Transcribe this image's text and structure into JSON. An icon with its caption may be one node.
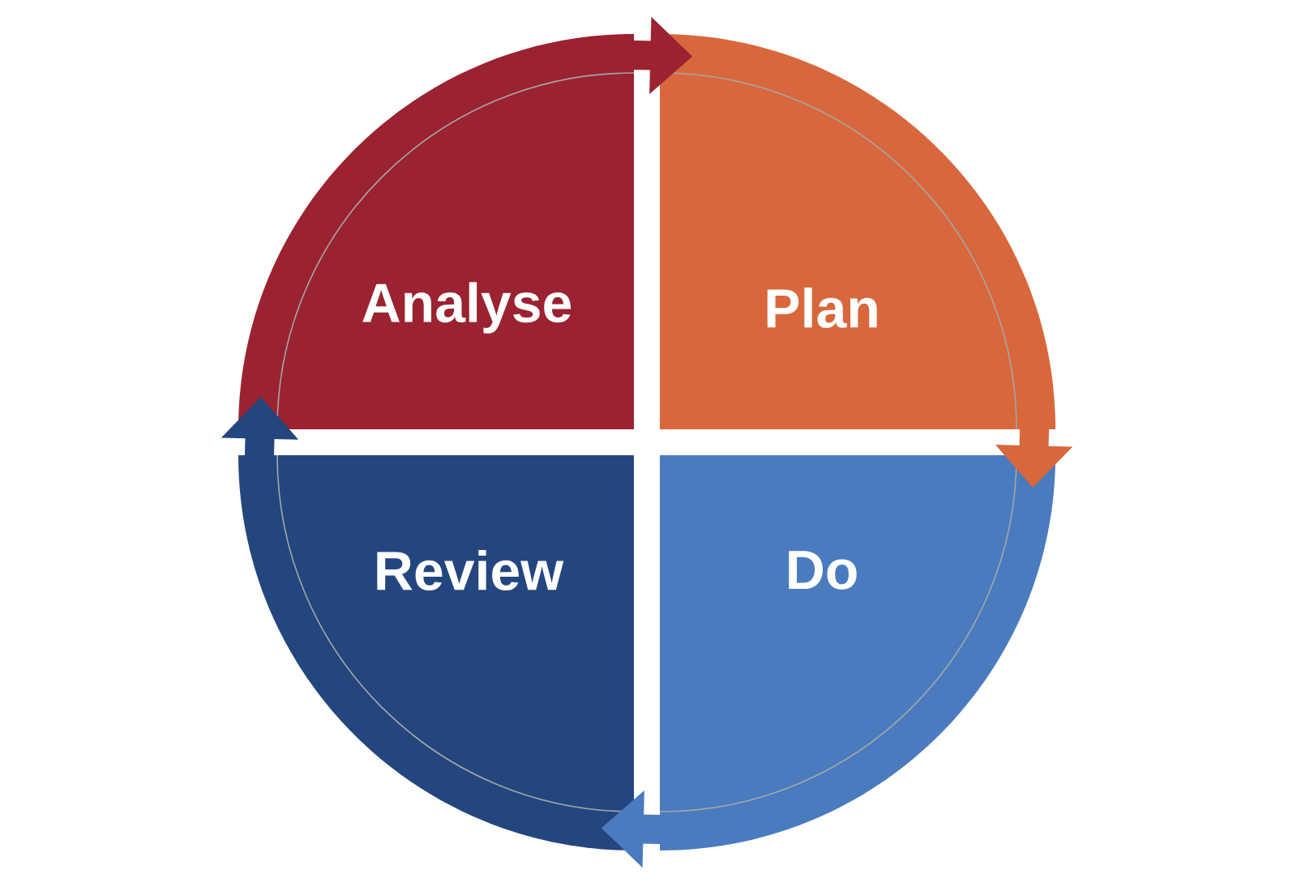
{
  "diagram": {
    "nodes": [
      {
        "text": [
          "Analyse"
        ]
      },
      {
        "text": [
          "Plan"
        ]
      },
      {
        "text": [
          "Do"
        ]
      },
      {
        "text": [
          "Review"
        ]
      }
    ],
    "edges": [
      {
        "from": 0,
        "to": 1,
        "arrow": "to",
        "color": "#9b2230"
      },
      {
        "from": 1,
        "to": 2,
        "arrow": "to",
        "color": "#d9673c"
      },
      {
        "from": 2,
        "to": 3,
        "arrow": "to",
        "color": "#4a7bbf"
      },
      {
        "from": 3,
        "to": 0,
        "arrow": "to",
        "color": "#23467f"
      }
    ]
  }
}
